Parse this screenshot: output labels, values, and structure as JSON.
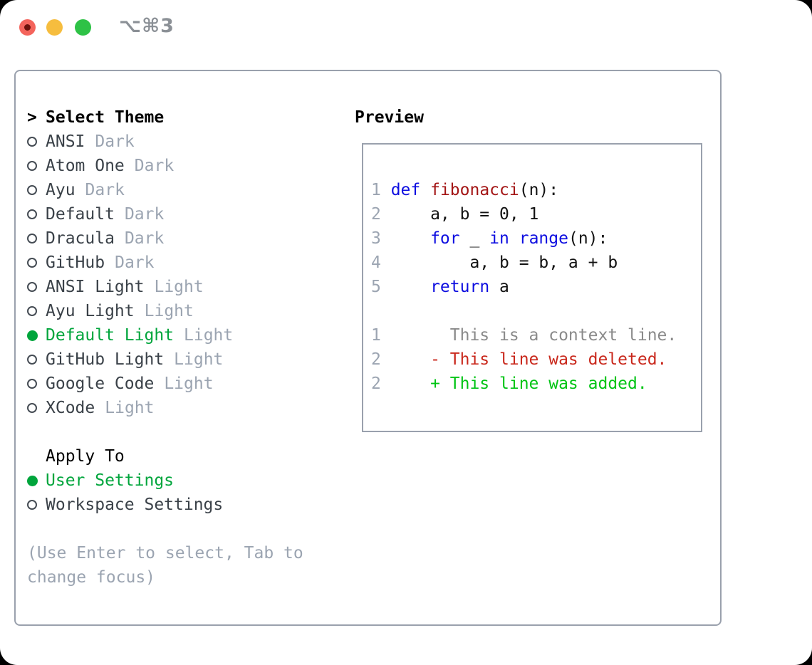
{
  "window": {
    "title": "⌥⌘3"
  },
  "traffic_lights": {
    "close": "close-button",
    "minimize": "minimize-button",
    "zoom": "zoom-button",
    "close_has_modified_dot": true
  },
  "theme": {
    "prompt": ">",
    "title": "Select Theme",
    "items": [
      {
        "name": "ANSI",
        "variant": "Dark",
        "selected": false
      },
      {
        "name": "Atom One",
        "variant": "Dark",
        "selected": false
      },
      {
        "name": "Ayu",
        "variant": "Dark",
        "selected": false
      },
      {
        "name": "Default",
        "variant": "Dark",
        "selected": false
      },
      {
        "name": "Dracula",
        "variant": "Dark",
        "selected": false
      },
      {
        "name": "GitHub",
        "variant": "Dark",
        "selected": false
      },
      {
        "name": "ANSI Light",
        "variant": "Light",
        "selected": false
      },
      {
        "name": "Ayu Light",
        "variant": "Light",
        "selected": false
      },
      {
        "name": "Default Light",
        "variant": "Light",
        "selected": true
      },
      {
        "name": "GitHub Light",
        "variant": "Light",
        "selected": false
      },
      {
        "name": "Google Code",
        "variant": "Light",
        "selected": false
      },
      {
        "name": "XCode",
        "variant": "Light",
        "selected": false
      }
    ],
    "apply_to": {
      "title": "Apply To",
      "options": [
        {
          "label": "User Settings",
          "selected": true
        },
        {
          "label": "Workspace Settings",
          "selected": false
        }
      ]
    },
    "hint_line1": "(Use Enter to select, Tab to",
    "hint_line2": "change focus)"
  },
  "preview": {
    "title": "Preview",
    "lines": [
      {
        "num": "1",
        "tokens": [
          {
            "t": "def",
            "c": "kw"
          },
          {
            "t": " "
          },
          {
            "t": "fibonacci",
            "c": "fn"
          },
          {
            "t": "(n):"
          }
        ]
      },
      {
        "num": "2",
        "tokens": [
          {
            "t": "    a, b = 0, 1"
          }
        ]
      },
      {
        "num": "3",
        "tokens": [
          {
            "t": "    "
          },
          {
            "t": "for",
            "c": "kw"
          },
          {
            "t": " _ "
          },
          {
            "t": "in",
            "c": "kw"
          },
          {
            "t": " "
          },
          {
            "t": "range",
            "c": "kw"
          },
          {
            "t": "(n):"
          }
        ]
      },
      {
        "num": "4",
        "tokens": [
          {
            "t": "        a, b = b, a + b"
          }
        ]
      },
      {
        "num": "5",
        "tokens": [
          {
            "t": "    "
          },
          {
            "t": "return",
            "c": "kw"
          },
          {
            "t": " a"
          }
        ]
      },
      {
        "num": "",
        "tokens": []
      },
      {
        "num": "1",
        "tokens": [
          {
            "t": "      This is a context line.",
            "c": "ctx"
          }
        ]
      },
      {
        "num": "2",
        "tokens": [
          {
            "t": "    - This line was deleted.",
            "c": "del"
          }
        ]
      },
      {
        "num": "2",
        "tokens": [
          {
            "t": "    + This line was added.",
            "c": "add"
          }
        ]
      }
    ]
  },
  "colors": {
    "accent-green": "#00a53c",
    "keyword-blue": "#0d0de0",
    "function-red": "#a31515",
    "diff-del-red": "#c9281c",
    "diff-add-green": "#00c414",
    "muted-gray": "#9ba4b1",
    "item-gray": "#3a4148",
    "context-gray": "#8a8a8a",
    "panel-border": "#9aa1ad",
    "traffic-red": "#f4645c",
    "traffic-yellow": "#f6bd3e",
    "traffic-green": "#2ec246"
  }
}
